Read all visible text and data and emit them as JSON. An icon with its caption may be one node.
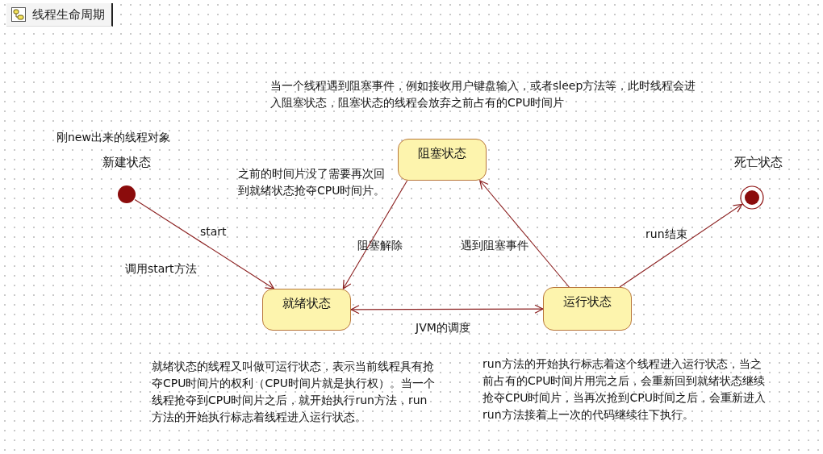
{
  "diagram": {
    "title": "线程生命周期",
    "nodes": [
      {
        "text": [
          "新建状态"
        ],
        "beside": [
          "刚new出来的线程对象"
        ]
      },
      {
        "text": [
          "阻塞状态"
        ]
      },
      {
        "text": [
          "死亡状态"
        ]
      },
      {
        "text": [
          "就绪状态"
        ]
      },
      {
        "text": [
          "运行状态"
        ]
      }
    ],
    "edges": [
      {
        "from": 0,
        "to": 3,
        "arrow": "to",
        "label": "start"
      },
      {
        "from": 1,
        "to": 3,
        "arrow": "to",
        "label": "阻塞解除"
      },
      {
        "from": 4,
        "to": 1,
        "arrow": "to",
        "label": "遇到阻塞事件"
      },
      {
        "from": 4,
        "to": 2,
        "arrow": "to",
        "label": "run结束"
      },
      {
        "from": 3,
        "to": 4,
        "arrow": "both",
        "label": "JVM的调度"
      }
    ],
    "labels": [
      "当一个线程遇到阻塞事件，例如接收用户键盘输入，或者sleep方法等，此时线程会进入阻塞状态，阻塞状态的线程会放弃之前占有的CPU时间片",
      "之前的时间片没了需要再次回到就绪状态抢夺CPU时间片。",
      "调用start方法",
      "就绪状态的线程又叫做可运行状态，表示当前线程具有抢夺CPU时间片的权利（CPU时间片就是执行权）。当一个线程抢夺到CPU时间片之后，就开始执行run方法，run方法的开始执行标志着线程进入运行状态。",
      "run方法的开始执行标志着这个线程进入运行状态，当之前占有的CPU时间片用完之后，会重新回到就绪状态继续抢夺CPU时间片，当再次抢到CPU时间之后，会重新进入run方法接着上一次的代码继续往下执行。"
    ]
  }
}
